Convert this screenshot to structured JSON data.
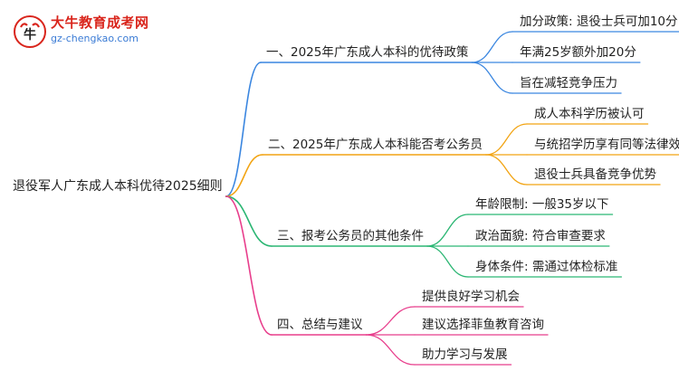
{
  "logo": {
    "icon": "ox-logo-icon",
    "title": "大牛教育成考网",
    "url_text": "gz-chengkao.com"
  },
  "root": {
    "label": "退役军人广东成人本科优待2025细则"
  },
  "branches": [
    {
      "label": "一、2025年广东成人本科的优待政策",
      "color": "#3a86e0",
      "children": [
        {
          "label": "加分政策: 退役士兵可加10分"
        },
        {
          "label": "年满25岁额外加20分"
        },
        {
          "label": "旨在减轻竞争压力"
        }
      ]
    },
    {
      "label": "二、2025年广东成人本科能否考公务员",
      "color": "#f2a413",
      "children": [
        {
          "label": "成人本科学历被认可"
        },
        {
          "label": "与统招学历享有同等法律效力"
        },
        {
          "label": "退役士兵具备竞争优势"
        }
      ]
    },
    {
      "label": "三、报考公务员的其他条件",
      "color": "#2bb673",
      "children": [
        {
          "label": "年龄限制: 一般35岁以下"
        },
        {
          "label": "政治面貌: 符合审查要求"
        },
        {
          "label": "身体条件: 需通过体检标准"
        }
      ]
    },
    {
      "label": "四、总结与建议",
      "color": "#e83e8c",
      "children": [
        {
          "label": "提供良好学习机会"
        },
        {
          "label": "建议选择菲鱼教育咨询"
        },
        {
          "label": "助力学习与发展"
        }
      ]
    }
  ]
}
